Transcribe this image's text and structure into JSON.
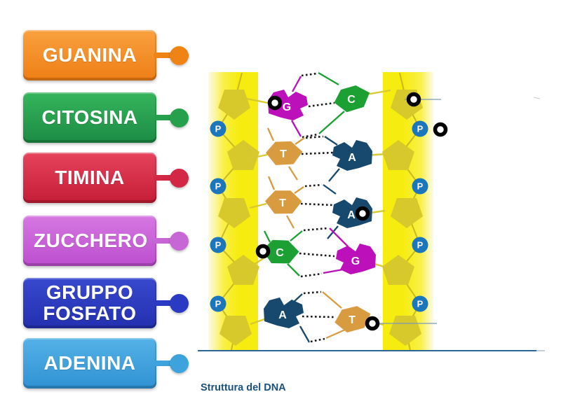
{
  "labels": [
    {
      "text": "GUANINA",
      "colors": {
        "top": "#f9a13f",
        "bottom": "#ee7e14",
        "pin": "#f08316"
      }
    },
    {
      "text": "CITOSINA",
      "colors": {
        "top": "#35b55c",
        "bottom": "#1c8b44",
        "pin": "#27a04e"
      }
    },
    {
      "text": "TIMINA",
      "colors": {
        "top": "#e6435c",
        "bottom": "#c51d37",
        "pin": "#d32845"
      }
    },
    {
      "text": "ZUCCHERO",
      "colors": {
        "top": "#d678e2",
        "bottom": "#bc4ece",
        "pin": "#c767d6"
      }
    },
    {
      "text": "GRUPPO FOSFATO",
      "colors": {
        "top": "#3849cf",
        "bottom": "#2330af",
        "pin": "#2b3ac2"
      }
    },
    {
      "text": "ADENINA",
      "colors": {
        "top": "#55b1e6",
        "bottom": "#2f92d3",
        "pin": "#3ea3dd"
      }
    }
  ],
  "diagram": {
    "caption": "Struttura del DNA",
    "phosphate_label": "P",
    "base_pairs": [
      {
        "left": {
          "letter": "G"
        },
        "right": {
          "letter": "C"
        },
        "hydrogen_bonds": 3
      },
      {
        "left": {
          "letter": "T"
        },
        "right": {
          "letter": "A"
        },
        "hydrogen_bonds": 2
      },
      {
        "left": {
          "letter": "T"
        },
        "right": {
          "letter": "A"
        },
        "hydrogen_bonds": 2
      },
      {
        "left": {
          "letter": "C"
        },
        "right": {
          "letter": "G"
        },
        "hydrogen_bonds": 3
      },
      {
        "left": {
          "letter": "A"
        },
        "right": {
          "letter": "T"
        },
        "hydrogen_bonds": 2
      }
    ],
    "answer_markers_count": 6,
    "colors": {
      "guanine": "#bb10ba",
      "cytosine": "#1ca033",
      "thymine": "#d89b40",
      "adenine": "#17496f",
      "phosphate_node": "#1b76bc",
      "backbone_band": "#f7ec0f",
      "sugar_pentagon": "#d7c82b",
      "caption_text": "#1a517e",
      "baseline": "#2b6697"
    }
  }
}
